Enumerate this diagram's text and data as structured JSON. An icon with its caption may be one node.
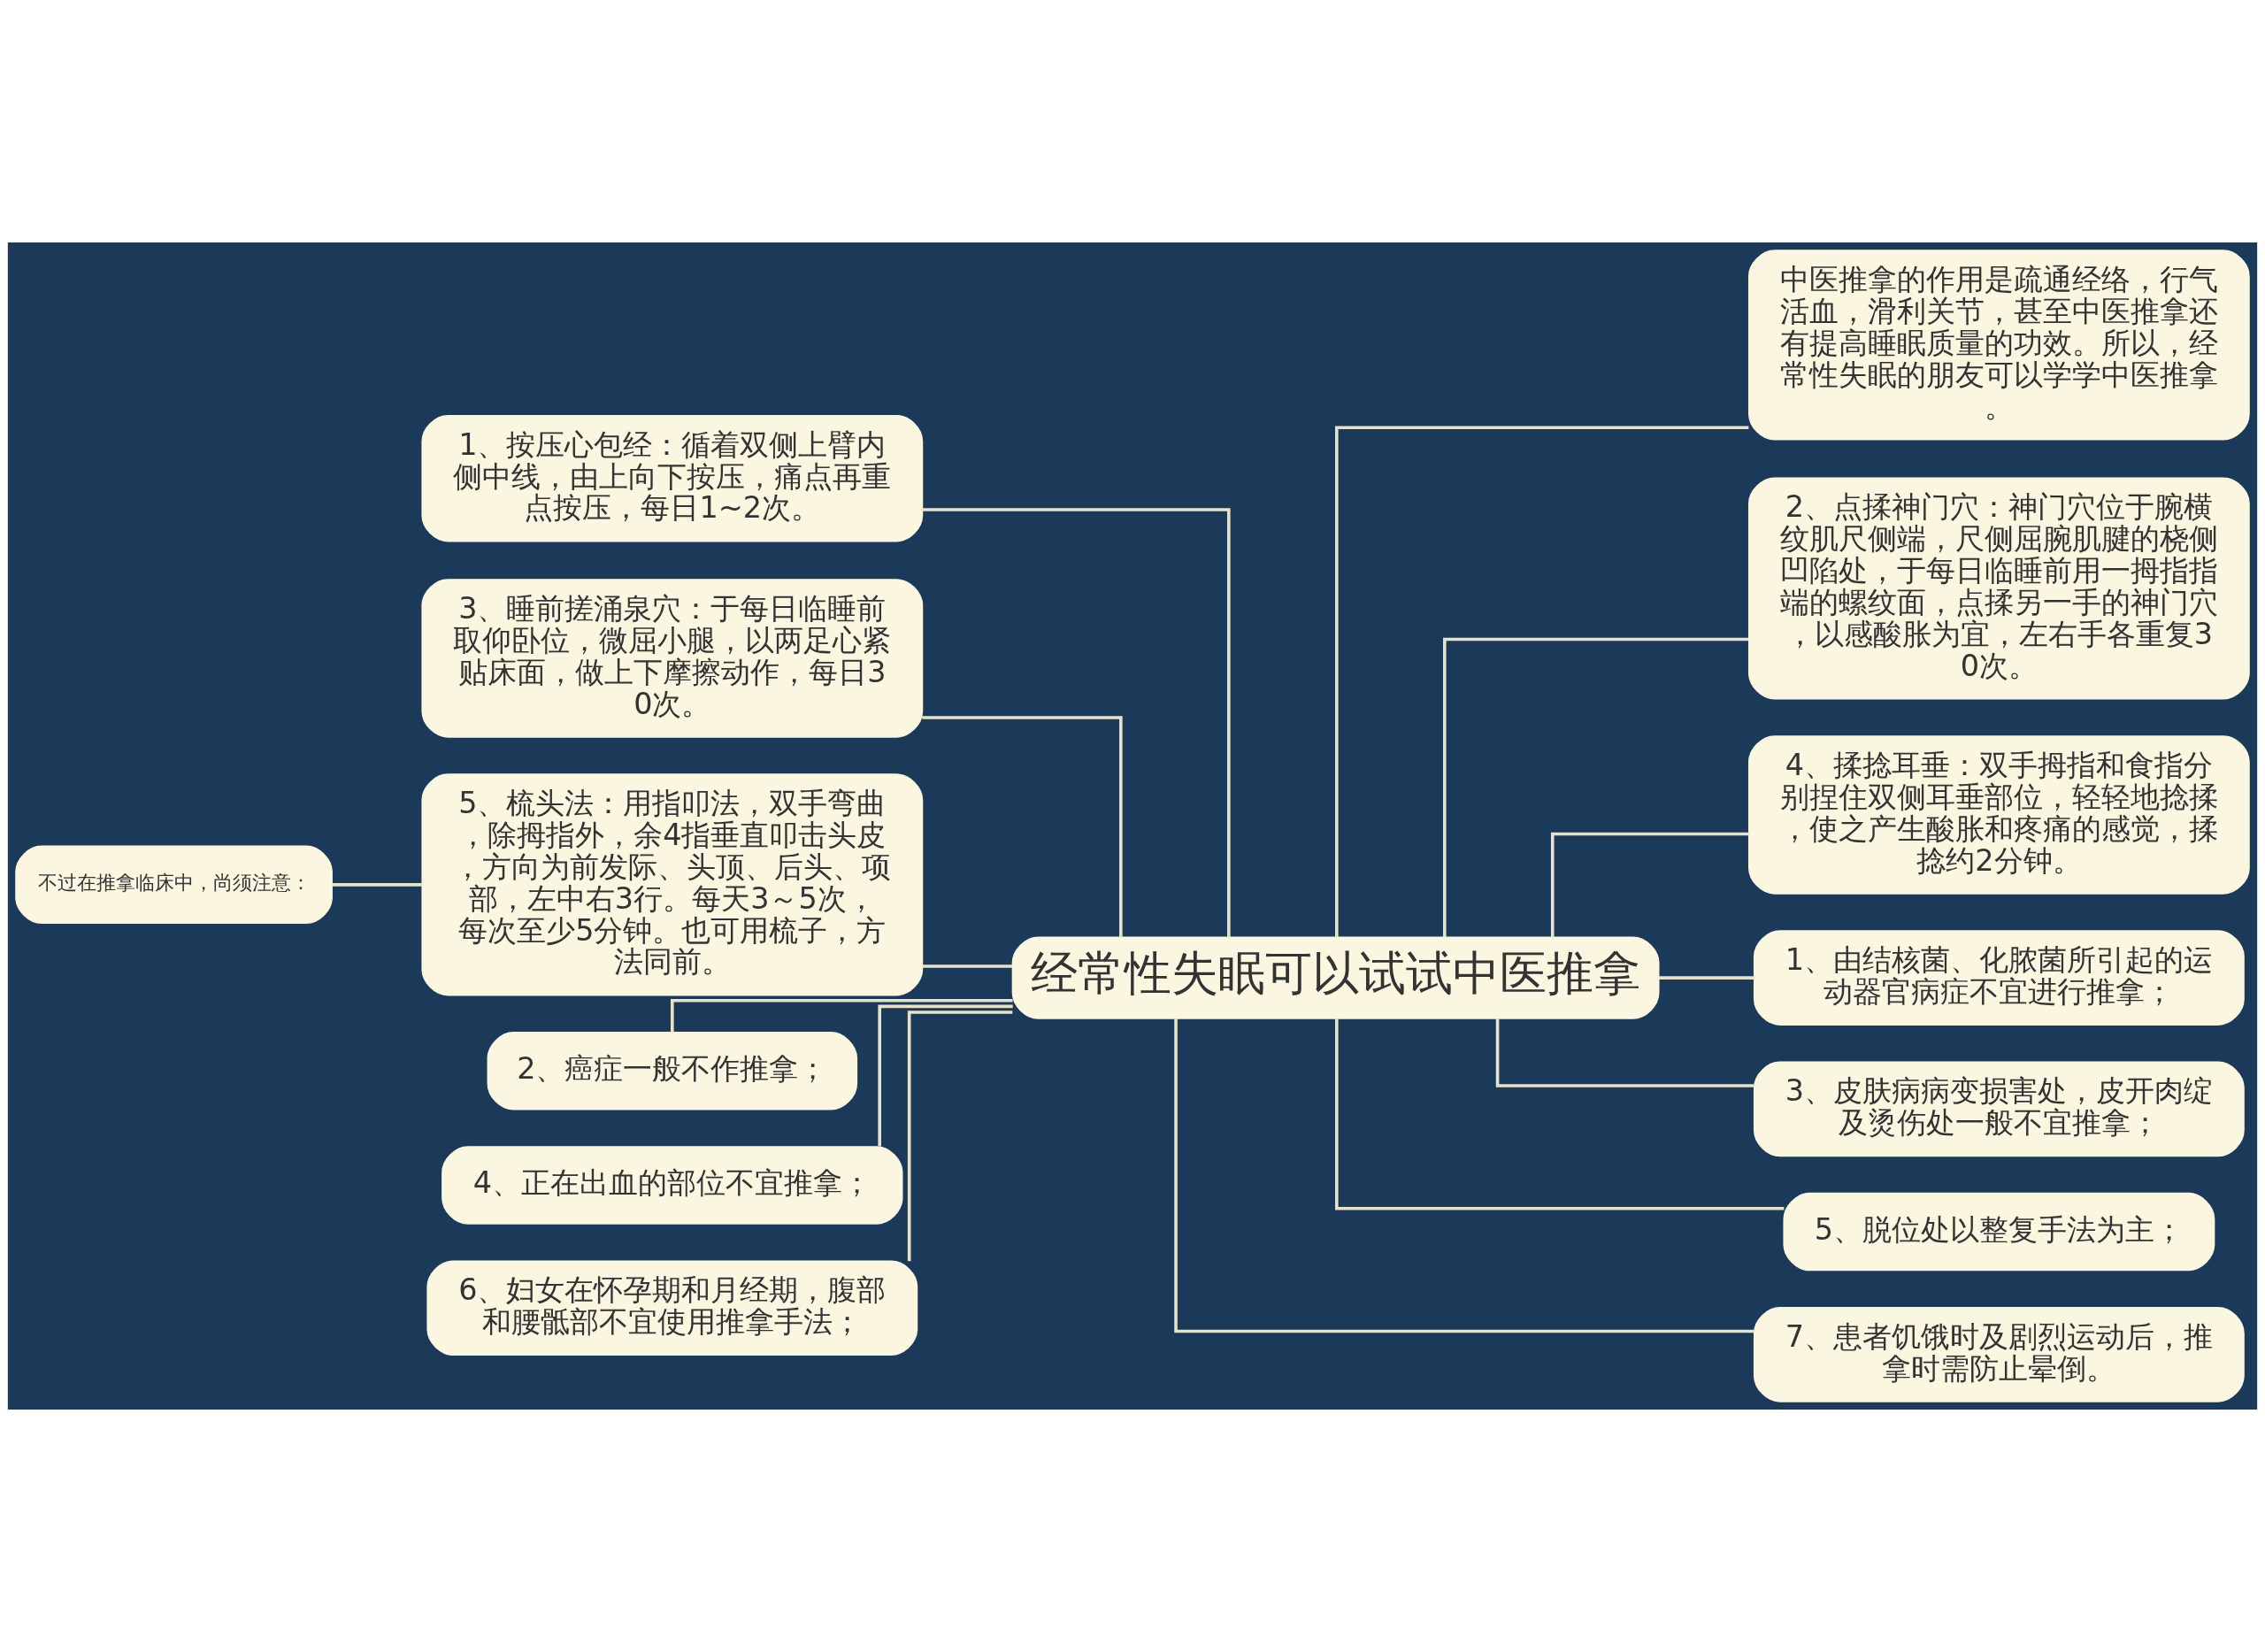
{
  "diagram": {
    "nodes": [
      {
        "text": [
          "经常性失眠可以试试中医推拿"
        ]
      },
      {
        "text": [
          "中医推拿的作用是疏通经络，行气活血，滑利关节，甚至中医推拿还有提高睡眠质量的功效。所以，经常性失眠的朋友可以学学中医推拿。"
        ]
      },
      {
        "text": [
          "2、点揉神门穴：神门穴位于腕横纹肌尺侧端，尺侧屈腕肌腱的桡侧凹陷处，于每日临睡前用一拇指指端的螺纹面，点揉另一手的神门穴，以感酸胀为宜，左右手各重复30次。"
        ]
      },
      {
        "text": [
          "4、揉捻耳垂：双手拇指和食指分别捏住双侧耳垂部位，轻轻地捻揉，使之产生酸胀和疼痛的感觉，揉捻约2分钟。"
        ]
      },
      {
        "text": [
          "1、由结核菌、化脓菌所引起的运动器官病症不宜进行推拿；"
        ]
      },
      {
        "text": [
          "3、皮肤病病变损害处，皮开肉绽及烫伤处一般不宜推拿；"
        ]
      },
      {
        "text": [
          "5、脱位处以整复手法为主；"
        ]
      },
      {
        "text": [
          "7、患者饥饿时及剧烈运动后，推拿时需防止晕倒。"
        ]
      },
      {
        "text": [
          "1、按压心包经：循着双侧上臂内侧中线，由上向下按压，痛点再重点按压，每日1~2次。"
        ]
      },
      {
        "text": [
          "3、睡前搓涌泉穴：于每日临睡前取仰卧位，微屈小腿，以两足心紧贴床面，做上下摩擦动作，每日30次。"
        ]
      },
      {
        "text": [
          "5、梳头法：用指叩法，双手弯曲，除拇指外，余4指垂直叩击头皮，方向为前发际、头顶、后头、项部，左中右3行。每天3～5次，每次至少5分钟。也可用梳子，方法同前。"
        ]
      },
      {
        "text": [
          "2、癌症一般不作推拿；"
        ]
      },
      {
        "text": [
          "4、正在出血的部位不宜推拿；"
        ]
      },
      {
        "text": [
          "6、妇女在怀孕期和月经期，腹部和腰骶部不宜使用推拿手法；"
        ]
      },
      {
        "text": [
          "不过在推拿临床中，尚须注意："
        ]
      }
    ],
    "edges": [
      {
        "from": 0,
        "to": 1,
        "arrow": "none"
      },
      {
        "from": 0,
        "to": 2,
        "arrow": "none"
      },
      {
        "from": 0,
        "to": 3,
        "arrow": "none"
      },
      {
        "from": 0,
        "to": 4,
        "arrow": "none"
      },
      {
        "from": 0,
        "to": 5,
        "arrow": "none"
      },
      {
        "from": 0,
        "to": 6,
        "arrow": "none"
      },
      {
        "from": 0,
        "to": 7,
        "arrow": "none"
      },
      {
        "from": 8,
        "to": 0,
        "arrow": "none"
      },
      {
        "from": 9,
        "to": 0,
        "arrow": "none"
      },
      {
        "from": 10,
        "to": 0,
        "arrow": "none"
      },
      {
        "from": 11,
        "to": 0,
        "arrow": "none"
      },
      {
        "from": 12,
        "to": 0,
        "arrow": "none"
      },
      {
        "from": 13,
        "to": 0,
        "arrow": "none"
      },
      {
        "from": 14,
        "to": 10,
        "arrow": "none"
      }
    ]
  }
}
